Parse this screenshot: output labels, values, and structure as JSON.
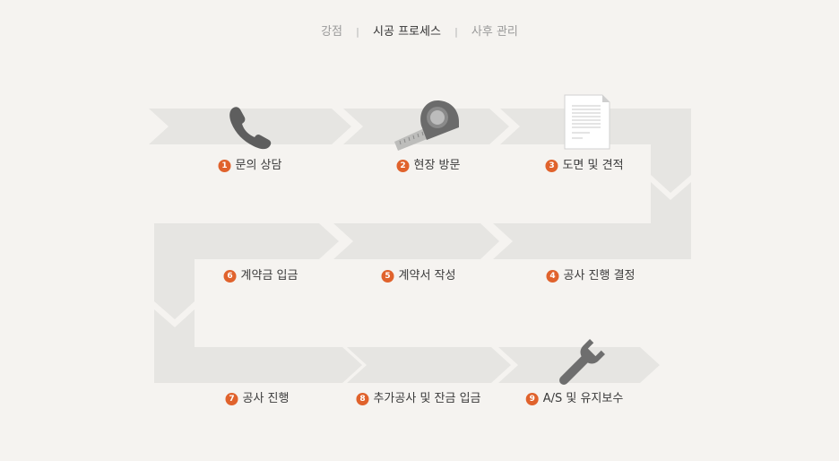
{
  "tabs": [
    {
      "label": "강점"
    },
    {
      "label": "시공 프로세스"
    },
    {
      "label": "사후 관리"
    }
  ],
  "tab_separator": "|",
  "accent_color": "#e0622c",
  "arrow_color": "#e6e5e2",
  "steps": [
    {
      "num": "1",
      "label": "문의 상담",
      "icon": "phone-icon"
    },
    {
      "num": "2",
      "label": "현장 방문",
      "icon": "tape-measure-icon"
    },
    {
      "num": "3",
      "label": "도면 및 견적",
      "icon": "document-icon"
    },
    {
      "num": "4",
      "label": "공사 진행 결정"
    },
    {
      "num": "5",
      "label": "계약서 작성"
    },
    {
      "num": "6",
      "label": "계약금 입금"
    },
    {
      "num": "7",
      "label": "공사 진행"
    },
    {
      "num": "8",
      "label": "추가공사 및 잔금 입금"
    },
    {
      "num": "9",
      "label": "A/S 및 유지보수",
      "icon": "wrench-icon"
    }
  ]
}
